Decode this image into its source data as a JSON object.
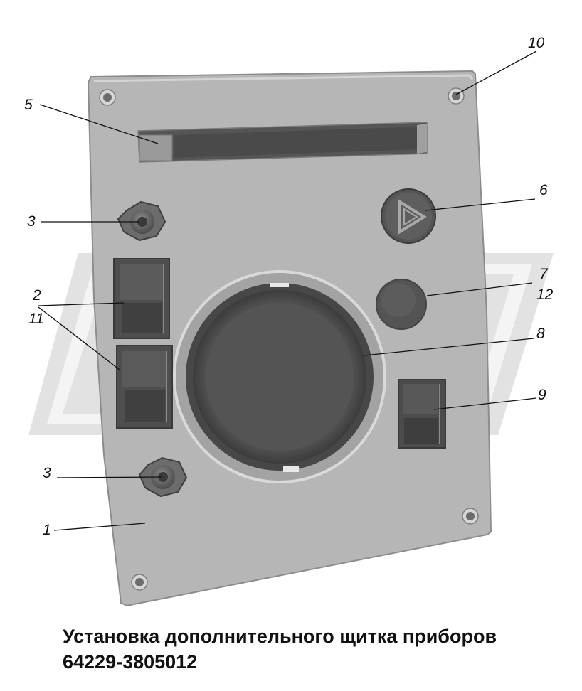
{
  "caption": {
    "line1": "Установка дополнительного щитка приборов",
    "line2": "64229-3805012"
  },
  "callouts": {
    "c1": "1",
    "c2": "2",
    "c3_top": "3",
    "c3_bottom": "3",
    "c5": "5",
    "c6": "6",
    "c7": "7",
    "c8": "8",
    "c9": "9",
    "c10": "10",
    "c11": "11",
    "c12": "12"
  },
  "colors": {
    "panel": "#b5b5b5",
    "panel_edge": "#8e8e8e",
    "dark_component": "#5b5b5b",
    "watermark": "#e0e0e0"
  }
}
